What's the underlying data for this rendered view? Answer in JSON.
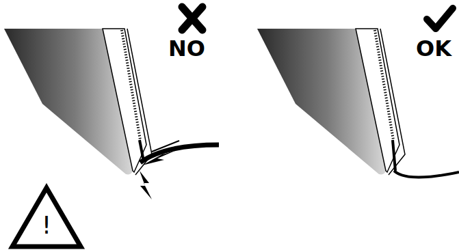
{
  "diagram": {
    "labels": [
      "NO",
      "OK",
      "!"
    ]
  }
}
